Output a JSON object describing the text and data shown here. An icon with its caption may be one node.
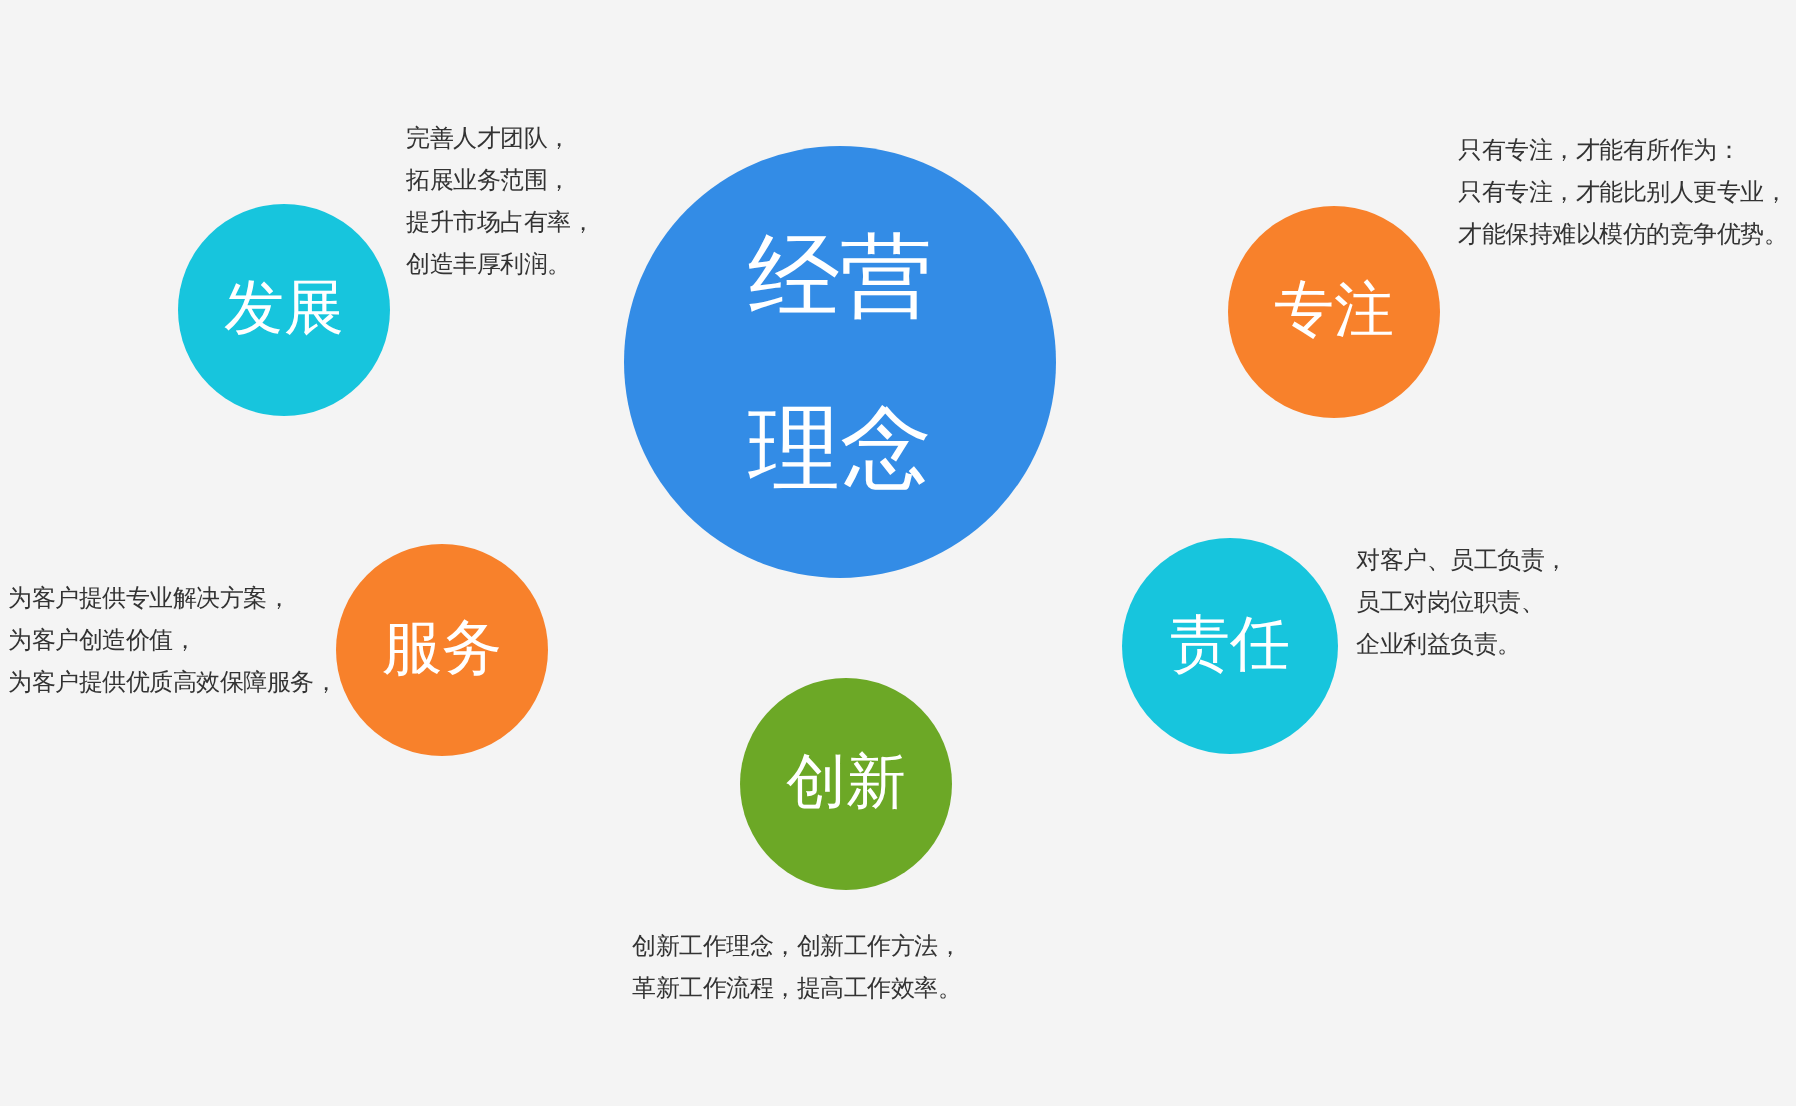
{
  "diagram": {
    "nodes": [
      {
        "text": [
          "经营理念"
        ]
      },
      {
        "text": [
          "发展"
        ],
        "beside": [
          "完善人才团队，拓展业务范围，提升市场占有率，创造丰厚利润。"
        ]
      },
      {
        "text": [
          "专注"
        ],
        "beside": [
          "只有专注，才能有所作为：只有专注，才能比别人更专业，才能保持难以模仿的竞争优势。"
        ]
      },
      {
        "text": [
          "服务"
        ],
        "beside": [
          "为客户提供专业解决方案，为客户创造价值，为客户提供优质高效保障服务，"
        ]
      },
      {
        "text": [
          "责任"
        ],
        "beside": [
          "对客户、员工负责，员工对岗位职责、企业利益负责。"
        ]
      },
      {
        "text": [
          "创新"
        ],
        "beside": [
          "创新工作理念，创新工作方法，革新工作流程，提高工作效率。"
        ]
      }
    ]
  }
}
